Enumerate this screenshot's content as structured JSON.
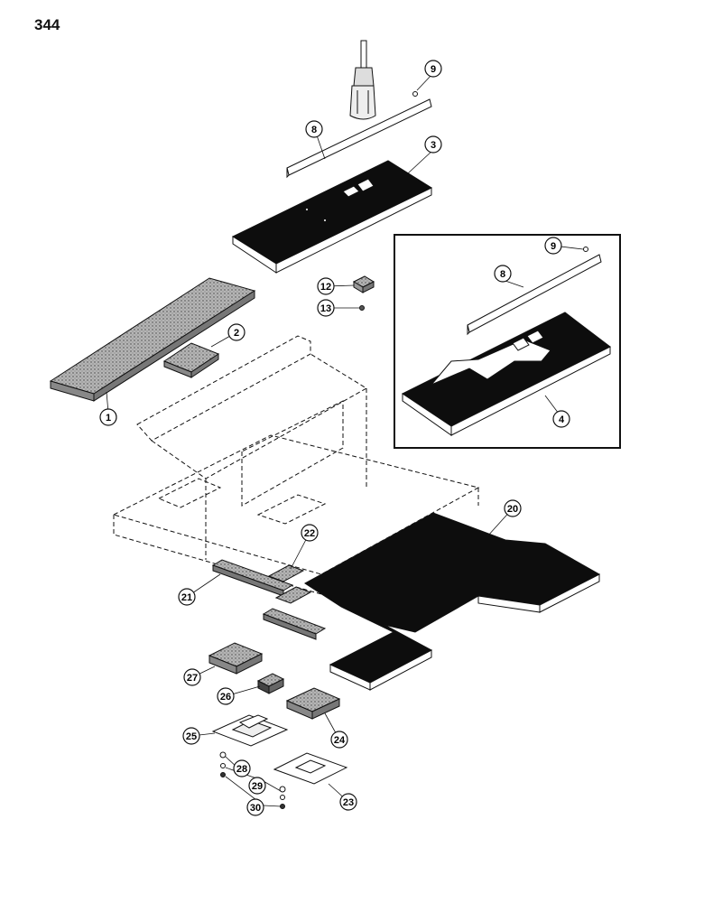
{
  "page": {
    "number": "344"
  },
  "callouts": [
    {
      "id": "c1",
      "label": "1"
    },
    {
      "id": "c2",
      "label": "2"
    },
    {
      "id": "c3",
      "label": "3"
    },
    {
      "id": "c4",
      "label": "4"
    },
    {
      "id": "c8a",
      "label": "8"
    },
    {
      "id": "c8b",
      "label": "8"
    },
    {
      "id": "c9a",
      "label": "9"
    },
    {
      "id": "c9b",
      "label": "9"
    },
    {
      "id": "c12",
      "label": "12"
    },
    {
      "id": "c13",
      "label": "13"
    },
    {
      "id": "c20",
      "label": "20"
    },
    {
      "id": "c21",
      "label": "21"
    },
    {
      "id": "c22",
      "label": "22"
    },
    {
      "id": "c23",
      "label": "23"
    },
    {
      "id": "c24",
      "label": "24"
    },
    {
      "id": "c25",
      "label": "25"
    },
    {
      "id": "c26",
      "label": "26"
    },
    {
      "id": "c27",
      "label": "27"
    },
    {
      "id": "c28",
      "label": "28"
    },
    {
      "id": "c29",
      "label": "29"
    },
    {
      "id": "c30",
      "label": "30"
    }
  ],
  "colors": {
    "line": "#111111",
    "foam": "#9a9a9a",
    "mat": "#0d0d0d",
    "paper": "#ffffff"
  }
}
